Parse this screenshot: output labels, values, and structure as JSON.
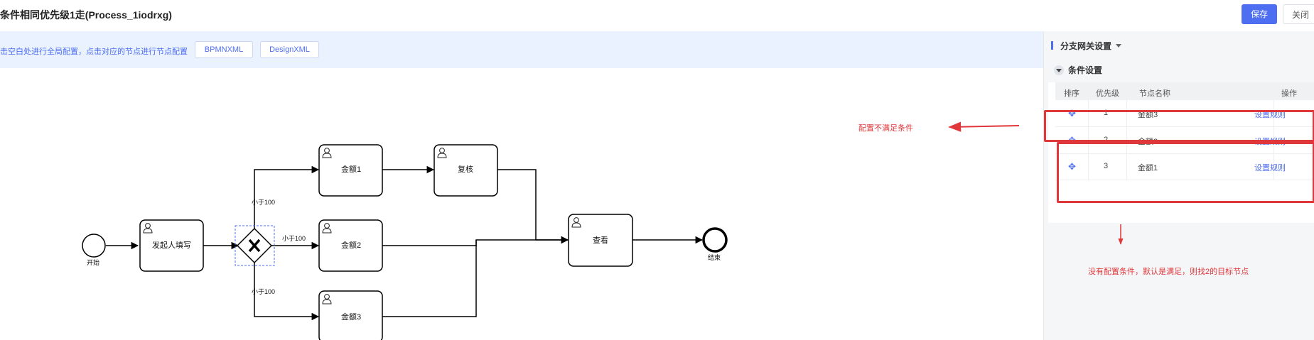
{
  "header": {
    "title": "条件相同优先级1走(Process_1iodrxg)",
    "save_label": "保存",
    "close_label": "关闭"
  },
  "toolbar": {
    "tip": "击空白处进行全局配置，点击对应的节点进行节点配置",
    "bpmn_label": "BPMNXML",
    "design_label": "DesignXML"
  },
  "diagram": {
    "start_label": "开始",
    "end_label": "结束",
    "initiator_task": "发起人填写",
    "task_amount1": "金额1",
    "task_amount2": "金额2",
    "task_amount3": "金额3",
    "task_review": "复核",
    "task_view": "查看",
    "cond_upper": "小于100",
    "cond_middle": "小于100",
    "cond_lower": "小于100",
    "annotation_left": "配置不满足条件",
    "annotation_bottom": "没有配置条件，默认是满足，则找2的目标节点",
    "gateway_icon": "exclusive-gateway-x",
    "user_icon": "user-icon",
    "accent_color": "#4e6ef2",
    "annotation_color": "#e0373a"
  },
  "panel": {
    "title": "分支网关设置",
    "section": "条件设置",
    "columns": [
      "排序",
      "优先级",
      "节点名称",
      "操作"
    ],
    "rows": [
      {
        "priority": "1",
        "node": "金额3",
        "action": "设置规则"
      },
      {
        "priority": "2",
        "node": "金额2",
        "action": "设置规则"
      },
      {
        "priority": "3",
        "node": "金额1",
        "action": "设置规则"
      }
    ]
  }
}
